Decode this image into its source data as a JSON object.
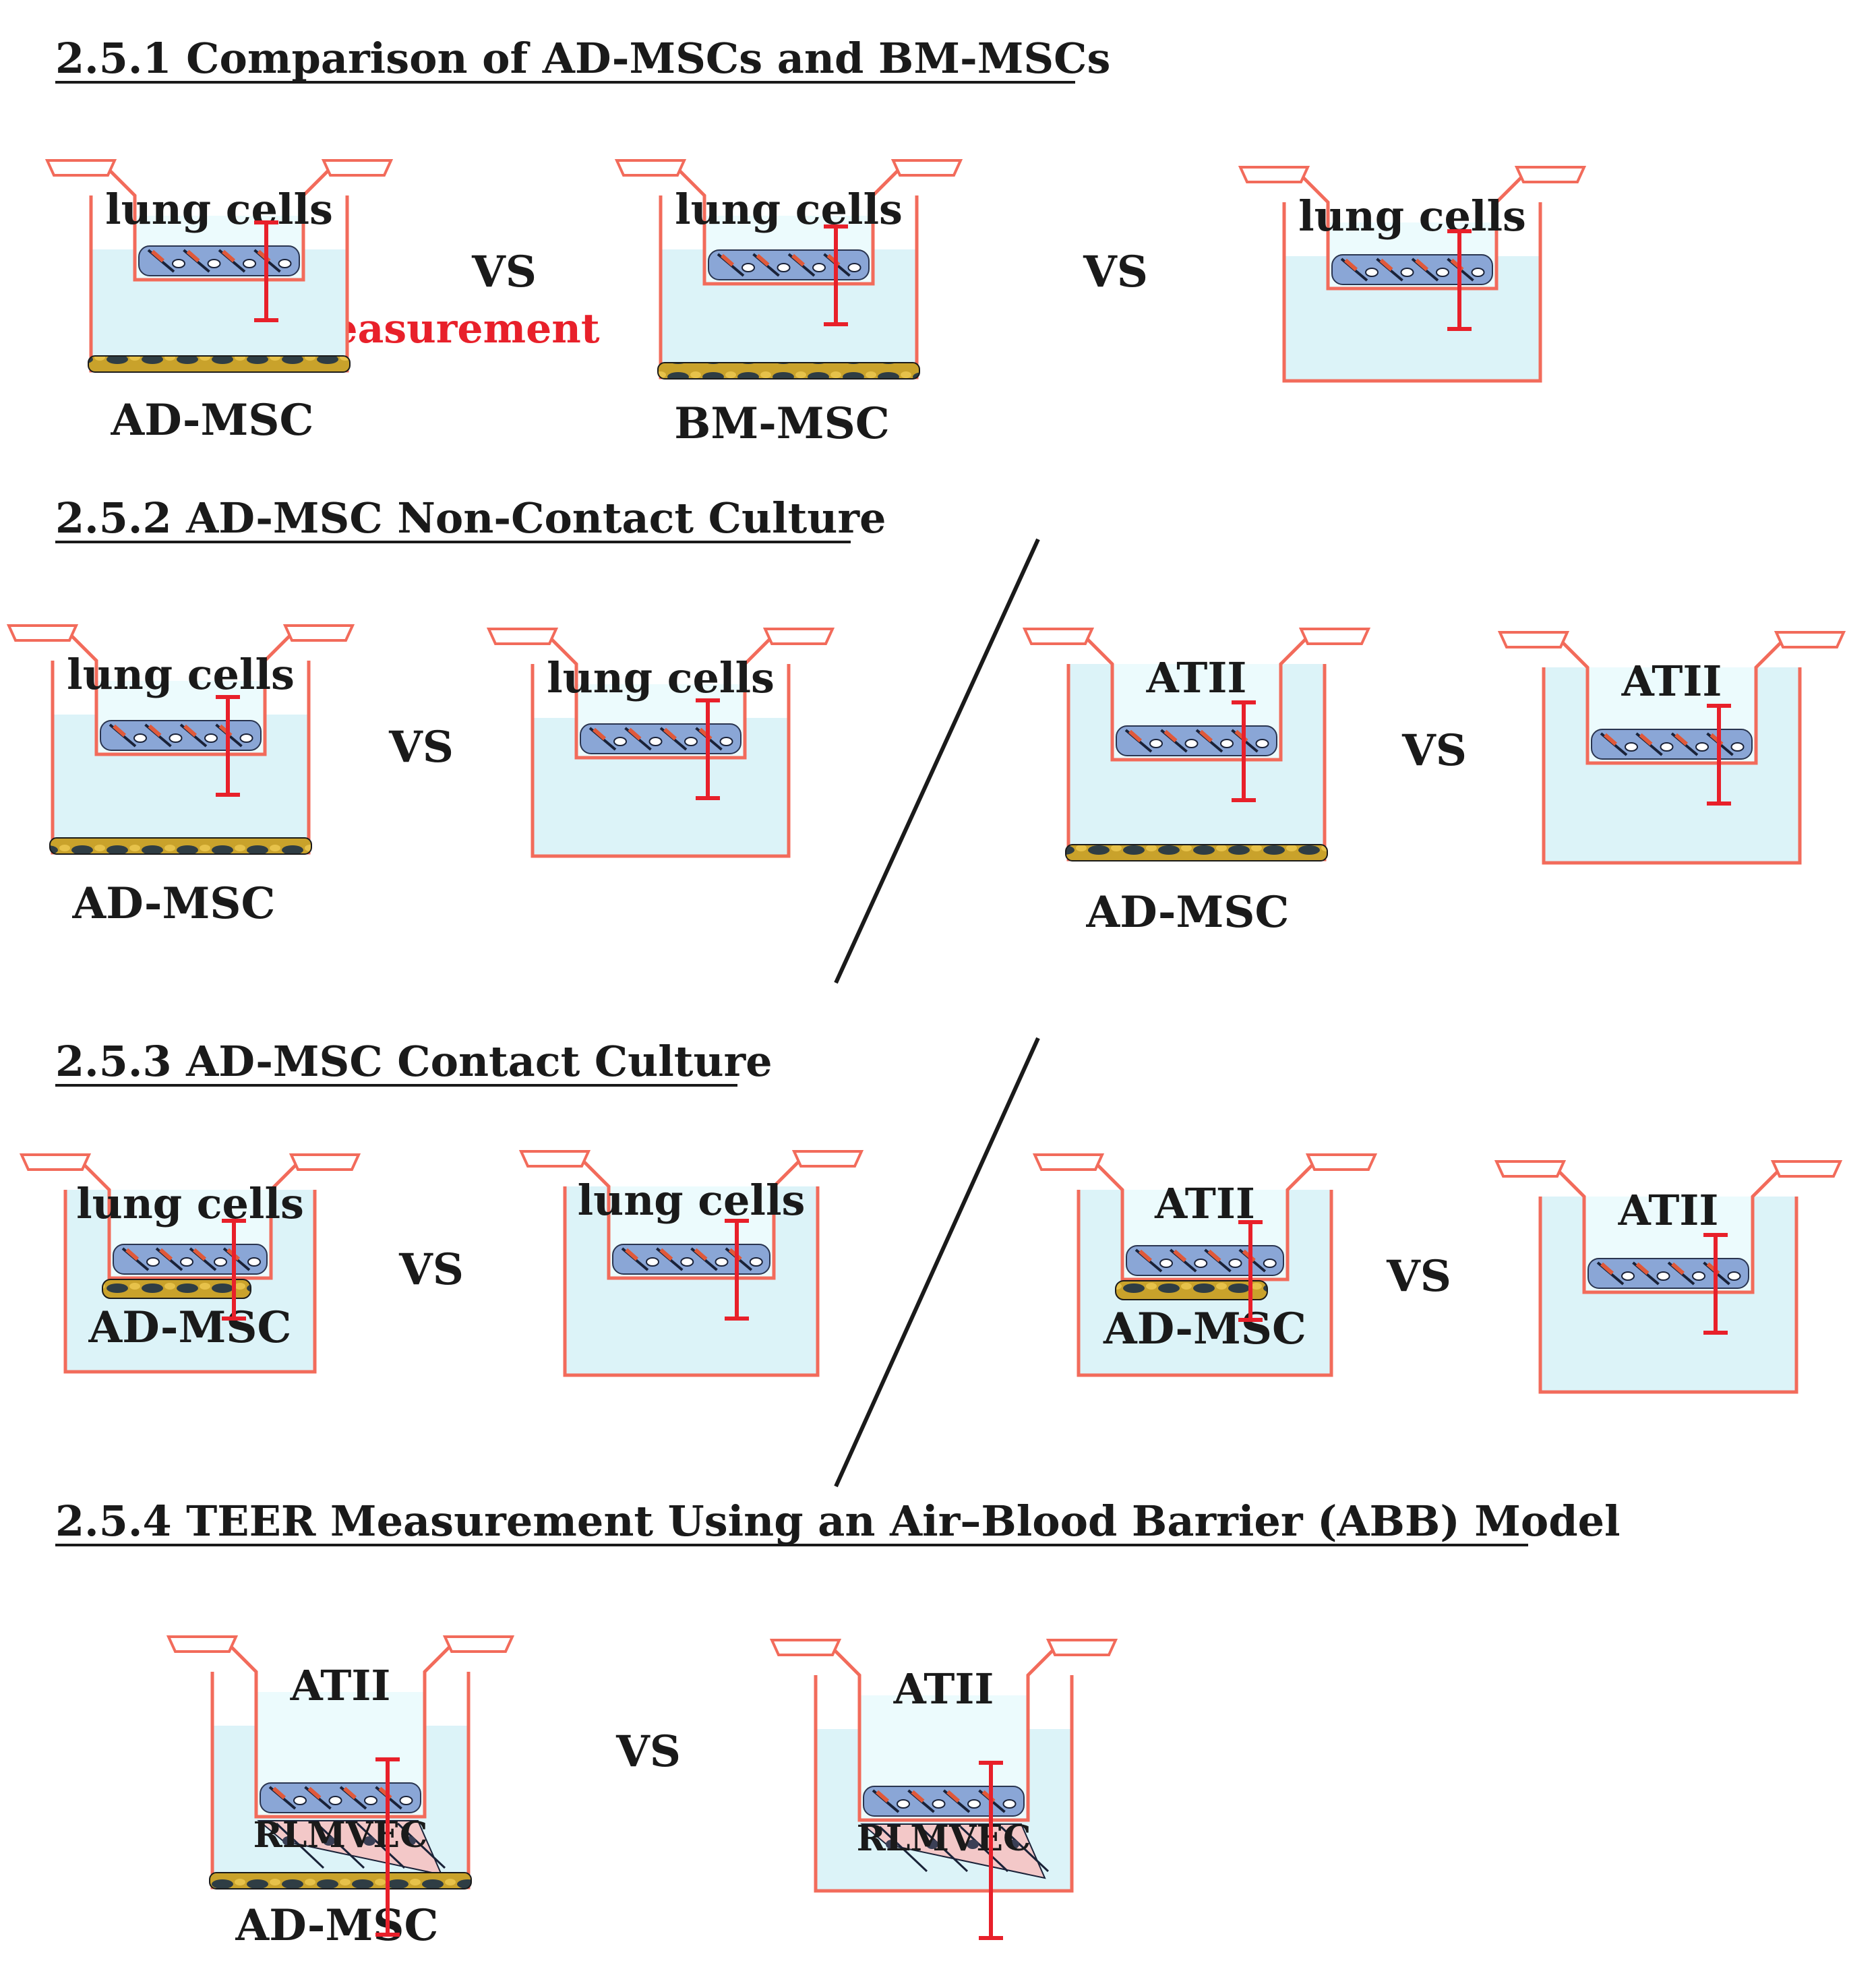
{
  "sections": [
    {
      "title": "2.5.1 Comparison of AD-MSCs and BM-MSCs"
    },
    {
      "title": "2.5.2 AD-MSC Non-Contact Culture"
    },
    {
      "title": "2.5.3 AD-MSC Contact Culture"
    },
    {
      "title": "2.5.4 TEER Measurement Using an Air–Blood Barrier (ABB) Model"
    }
  ],
  "labels": {
    "lung_cells": "lung cells",
    "atii": "ATII",
    "ad_msc": "AD-MSC",
    "bm_msc": "BM-MSC",
    "rlmvec": "RLMVEC",
    "vs": "VS",
    "teer": "TEER measurement"
  },
  "colors": {
    "well_outline": "#f26b5b",
    "medium": "#dcf3f8",
    "epithelial": "#8aa6d6",
    "nucleus_stripe": "#e0593a",
    "msc": "#c9a22b",
    "endothelial": "#f3c8c8",
    "teer_marker": "#e8202a",
    "text": "#1a1a1a",
    "divider": "#1a1a1a"
  }
}
